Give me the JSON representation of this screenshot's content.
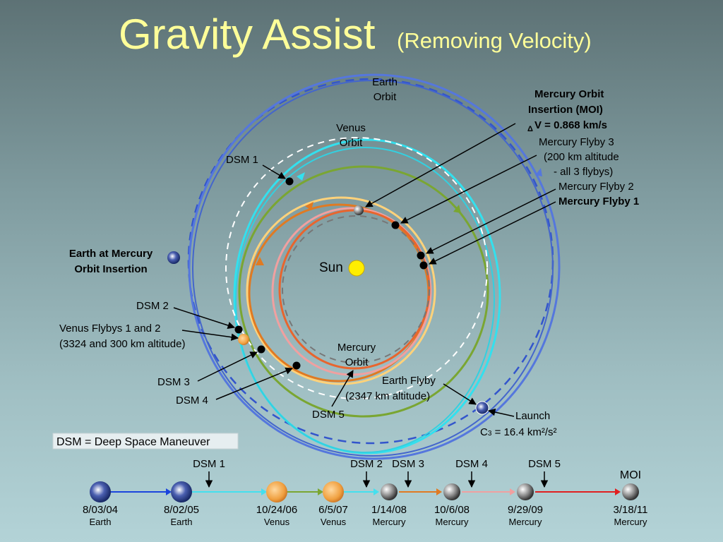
{
  "title": {
    "main": "Gravity Assist",
    "sub": "(Removing Velocity)"
  },
  "labels": {
    "earth_orbit": [
      "Earth",
      "Orbit"
    ],
    "venus_orbit": [
      "Venus",
      "Orbit"
    ],
    "mercury_orbit": [
      "Mercury",
      "Orbit"
    ],
    "sun": "Sun",
    "dsm1": "DSM 1",
    "dsm2": "DSM 2",
    "dsm3": "DSM 3",
    "dsm4": "DSM 4",
    "dsm5": "DSM 5",
    "moi": [
      "Mercury Orbit",
      "Insertion (MOI)",
      "V = 0.868 km/s"
    ],
    "moi_delta": "Δ",
    "flyby3": [
      "Mercury Flyby 3",
      "(200 km altitude",
      "- all 3 flybys)"
    ],
    "flyby2": "Mercury Flyby 2",
    "flyby1": "Mercury Flyby 1",
    "earth_at_moi": [
      "Earth at Mercury",
      "Orbit Insertion"
    ],
    "venus_flybys": [
      "Venus Flybys 1 and 2",
      "(3324 and 300 km altitude)"
    ],
    "earth_flyby": [
      "Earth Flyby",
      "(2347 km altitude)"
    ],
    "launch": "Launch",
    "c3": "C",
    "c3_sub": "3",
    "c3_val": " = 16.4 km²/s²",
    "dsm_legend": "DSM = Deep Space Maneuver"
  },
  "timeline": {
    "events": [
      {
        "date": "8/03/04",
        "body": "Earth",
        "kind": "earth"
      },
      {
        "date": "8/02/05",
        "body": "Earth",
        "kind": "earth"
      },
      {
        "date": "10/24/06",
        "body": "Venus",
        "kind": "venus"
      },
      {
        "date": "6/5/07",
        "body": "Venus",
        "kind": "venus"
      },
      {
        "date": "1/14/08",
        "body": "Mercury",
        "kind": "mercury"
      },
      {
        "date": "10/6/08",
        "body": "Mercury",
        "kind": "mercury"
      },
      {
        "date": "9/29/09",
        "body": "Mercury",
        "kind": "mercury"
      },
      {
        "date": "3/18/11",
        "body": "Mercury",
        "kind": "mercury"
      }
    ],
    "maneuvers": [
      "DSM 1",
      "DSM 2",
      "DSM 3",
      "DSM 4",
      "DSM 5"
    ],
    "moi_label": "MOI"
  },
  "colors": {
    "earth_orbit": "#3355cc",
    "cyan_orbit": "#33e0ee",
    "green_orbit": "#7aa632",
    "orange_orbit": "#e07a22",
    "yellow_orbit": "#ffd27a",
    "pink_orbit": "#f0a0a0",
    "mercury_orbit": "#e8652e",
    "sun": "#ffee00",
    "title": "#ffff99",
    "moi_arrow": "#e02020"
  }
}
